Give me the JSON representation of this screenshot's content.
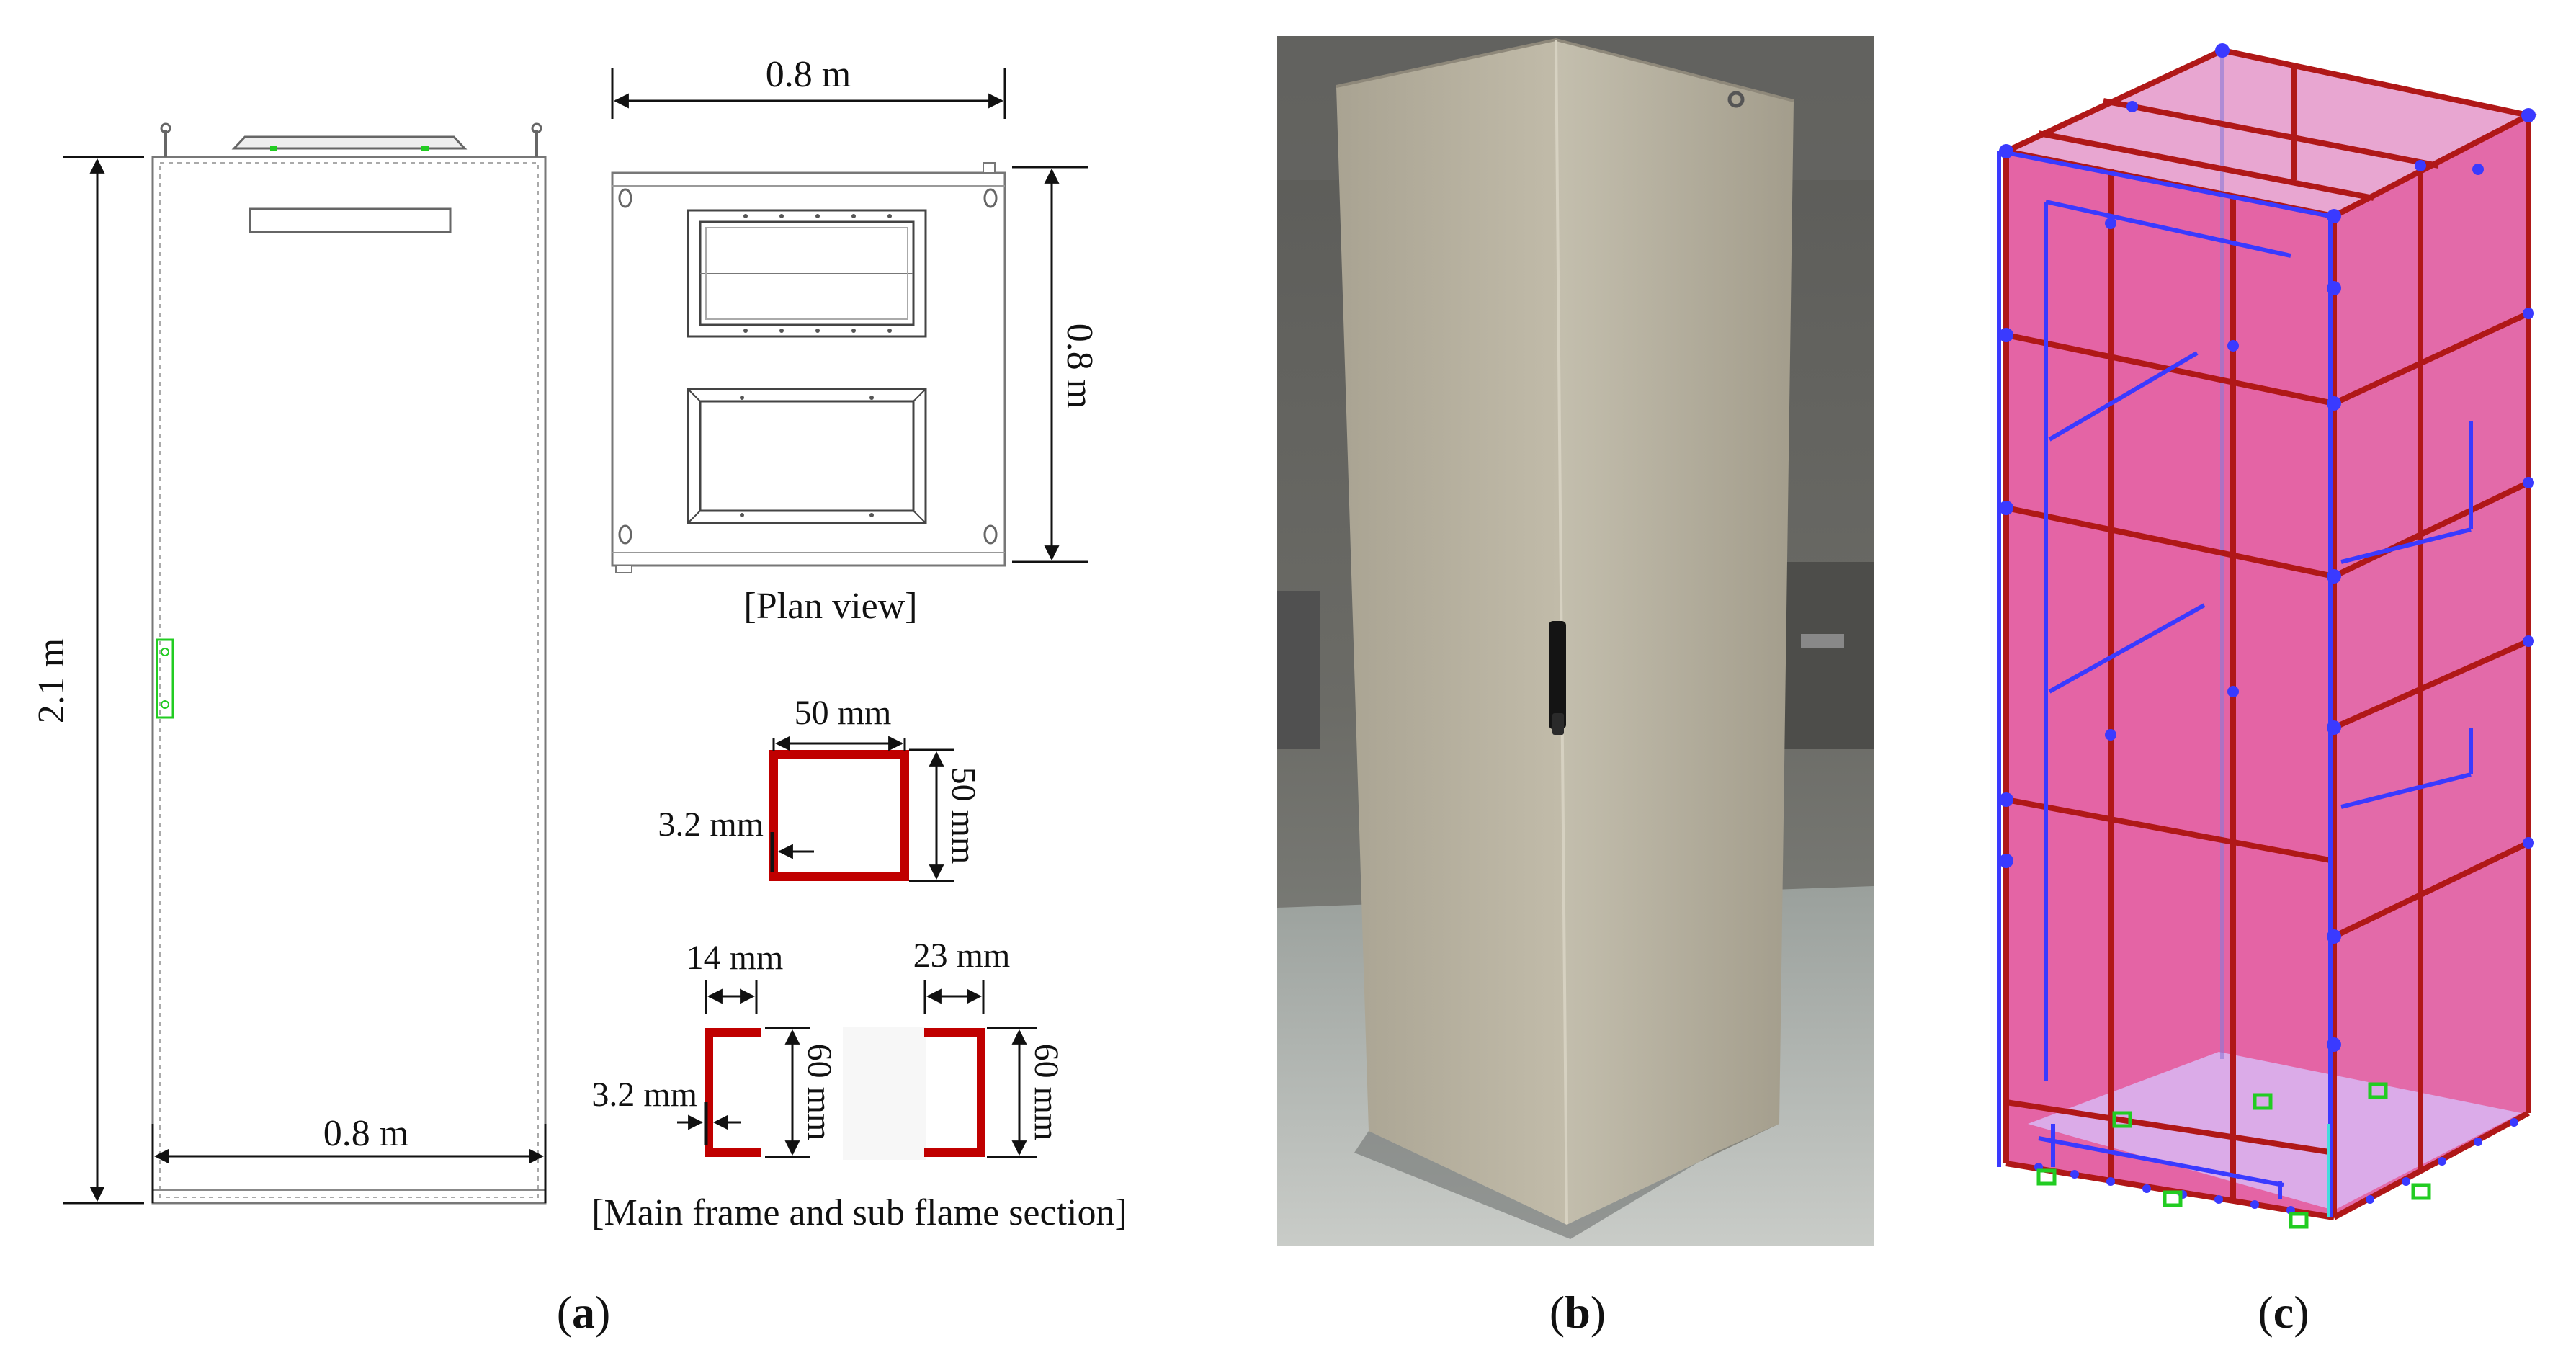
{
  "panel_a": {
    "front_height": "2.1 m",
    "front_width": "0.8 m",
    "plan_width": "0.8 m",
    "plan_depth": "0.8 m",
    "plan_caption": "[Plan view]",
    "box_width": "50 mm",
    "box_height": "50 mm",
    "box_thickness": "3.2 mm",
    "channel1_flange": "14 mm",
    "channel1_height": "60 mm",
    "channel1_thickness": "3.2 mm",
    "channel2_flange": "23 mm",
    "channel2_height": "60 mm",
    "section_caption": "[Main frame and sub flame section]"
  },
  "captions": {
    "a_open": "(",
    "a_letter": "a",
    "a_close": ")",
    "b_open": "(",
    "b_letter": "b",
    "b_close": ")",
    "c_open": "(",
    "c_letter": "c",
    "c_close": ")"
  },
  "colors": {
    "section_red": "#c00000",
    "photo_cabinet": "#b9b3a2",
    "model_pink": "#e060a8",
    "model_frame": "#b01818",
    "model_sub": "#3a3aff",
    "green_marker": "#22cc22"
  }
}
